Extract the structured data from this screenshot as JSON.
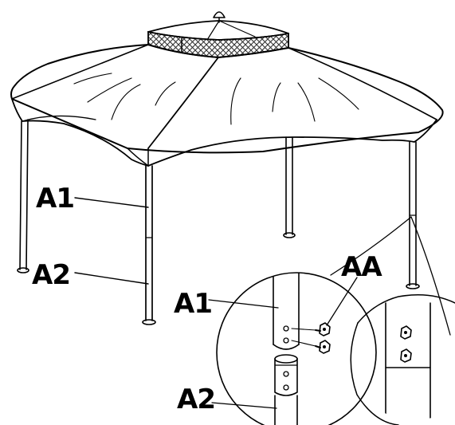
{
  "labels": {
    "a1_main": "A1",
    "a2_main": "A2",
    "a1_detail": "A1",
    "a2_detail": "A2",
    "aa_detail": "AA"
  },
  "colors": {
    "ink": "#000000",
    "paper": "#ffffff",
    "mesh": "#555555"
  }
}
